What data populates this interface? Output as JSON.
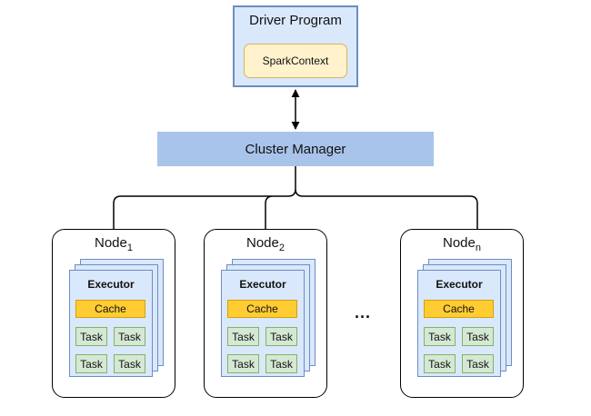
{
  "driver": {
    "title": "Driver Program",
    "context": "SparkContext"
  },
  "cluster_manager": {
    "label": "Cluster Manager"
  },
  "node_label": "Node",
  "nodes": [
    {
      "subscript": "1"
    },
    {
      "subscript": "2"
    },
    {
      "subscript": "n"
    }
  ],
  "executor": {
    "label": "Executor",
    "cache": "Cache",
    "task": "Task"
  },
  "ellipsis": "..."
}
